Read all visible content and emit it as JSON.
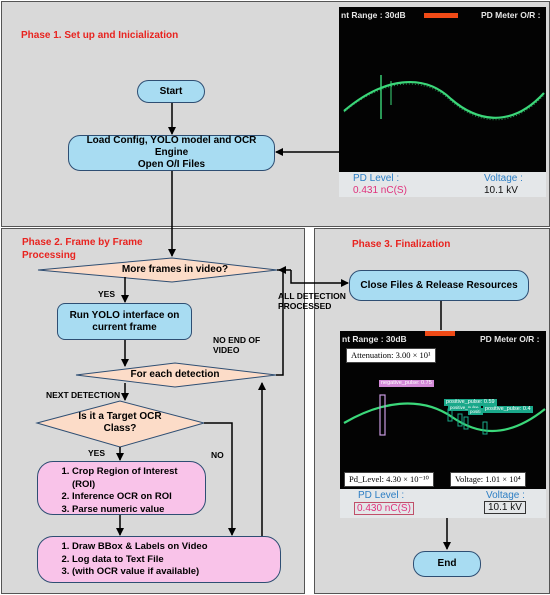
{
  "colors": {
    "phase_bg": "#d9d9d9",
    "title_red": "#e8231f",
    "node_blue": "#a8dcf2",
    "node_pink": "#f9c3e9",
    "node_orange": "#fcdcc8",
    "wave_green": "#3bd87a"
  },
  "phase1": {
    "title": "Phase 1. Set up and Inicialization"
  },
  "phase2": {
    "title_line1": "Phase 2. Frame by Frame",
    "title_line2": "Processing"
  },
  "phase3": {
    "title": "Phase 3. Finalization"
  },
  "nodes": {
    "start": "Start",
    "load_line1": "Load Config, YOLO model and OCR Engine",
    "load_line2": "Open O/I Files",
    "more_frames": "More frames in video?",
    "run_yolo_line1": "Run YOLO interface on",
    "run_yolo_line2": "current frame",
    "for_each": "For each detection",
    "is_target_line1": "Is it a Target OCR",
    "is_target_line2": "Class?",
    "ocr_steps": [
      "Crop Region of Interest (ROI)",
      "Inference OCR on ROI",
      "Parse numeric value"
    ],
    "draw_steps": [
      "Draw BBox & Labels on Video",
      "Log data to Text File",
      "(with OCR value  if available)"
    ],
    "close_files": "Close Files & Release Resources",
    "end": "End"
  },
  "edge_labels": {
    "yes1": "YES",
    "yes2": "YES",
    "no": "NO",
    "next_detection": "NEXT DETECTION",
    "no_end_line1": "NO END OF",
    "no_end_line2": "VIDEO",
    "all_det_line1": "ALL DETECTION",
    "all_det_line2": "PROCESSED"
  },
  "screen1": {
    "range_text": "nt Range : 30dB",
    "meter_text": "PD Meter O/R :",
    "pd_level_label": "PD Level :",
    "pd_level_value": "0.431 nC(S)",
    "voltage_label": "Voltage :",
    "voltage_value": "10.1 kV"
  },
  "screen2": {
    "range_text": "nt Range : 30dB",
    "meter_text": "PD Meter O/R :",
    "attenuation_text": "Attenuation: 3.00 × 10¹",
    "pd_level_ann": "Pd_Level: 4.30 × 10⁻¹⁰",
    "voltage_ann": "Voltage: 1.01 × 10⁴",
    "pd_level_label": "PD Level :",
    "pd_level_value": "0.430 nC(S)",
    "voltage_label": "Voltage :",
    "voltage_value": "10.1 kV",
    "det_negative": "negative_pulse: 0.75",
    "det_pos1": "positive_pulse: 0.59",
    "det_pos2": "positive_pulse: 0.4",
    "det_small1": "positive_pulse",
    "det_small2": "positi"
  }
}
